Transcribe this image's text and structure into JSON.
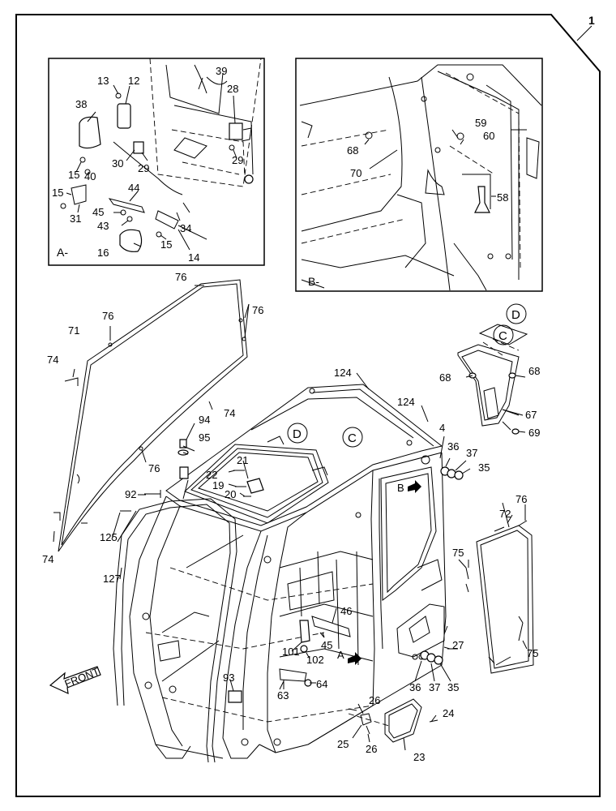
{
  "main_label": "1",
  "inset_a": {
    "caption": "A-",
    "labels": [
      "13",
      "12",
      "38",
      "39",
      "28",
      "30",
      "29",
      "29",
      "15",
      "40",
      "15",
      "44",
      "31",
      "45",
      "43",
      "34",
      "16",
      "15",
      "14"
    ]
  },
  "inset_b": {
    "caption": "B-",
    "labels": [
      "59",
      "60",
      "68",
      "70",
      "58"
    ]
  },
  "callouts": {
    "c_circle": "C",
    "d_circle": "D",
    "c_circle_roof": "C",
    "d_circle_roof": "D",
    "a_arrow": "A",
    "b_arrow": "B"
  },
  "front_label": "FRONT",
  "parts": [
    "76",
    "76",
    "76",
    "71",
    "74",
    "74",
    "94",
    "95",
    "76",
    "22",
    "21",
    "19",
    "20",
    "92",
    "125",
    "74",
    "127",
    "124",
    "124",
    "4",
    "36",
    "37",
    "35",
    "68",
    "68",
    "67",
    "69",
    "72",
    "76",
    "75",
    "75",
    "46",
    "101",
    "45",
    "102",
    "63",
    "64",
    "93",
    "27",
    "36",
    "37",
    "35",
    "26",
    "24",
    "25",
    "26",
    "23"
  ]
}
